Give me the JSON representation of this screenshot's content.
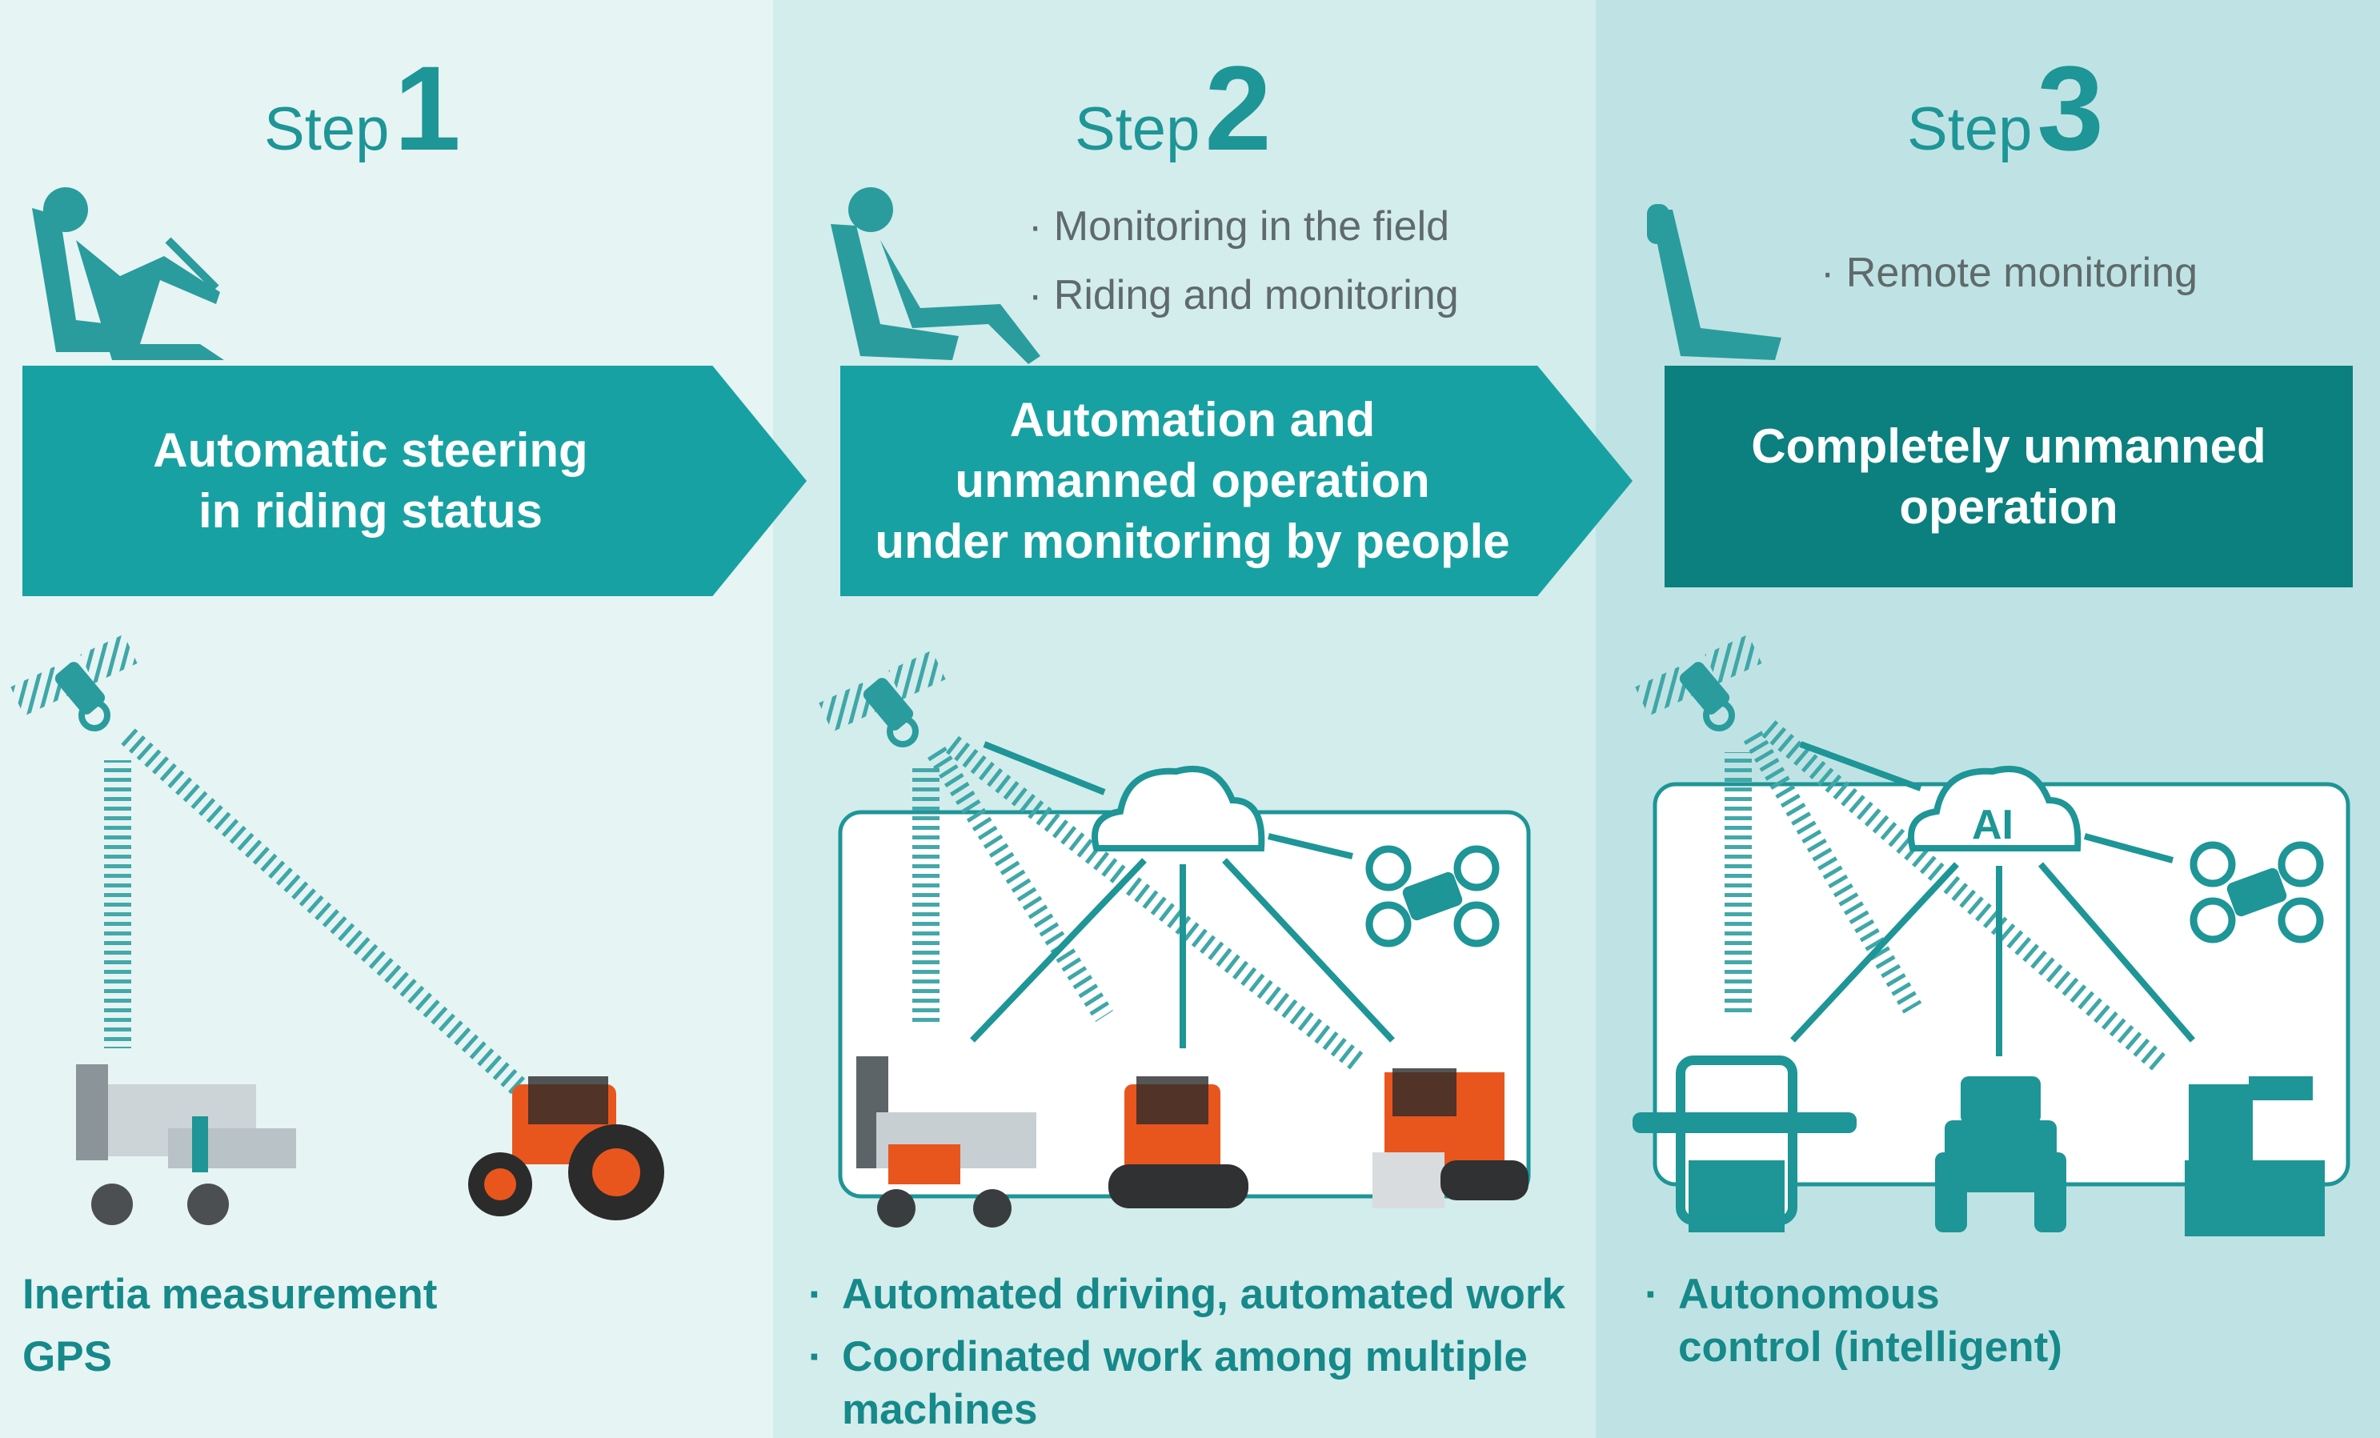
{
  "colors": {
    "teal": "#1e9596",
    "banner": "#18a1a2",
    "banner_dark": "#0c7f7f",
    "tractor_orange": "#e8561e",
    "panel1": "#e6f4f4",
    "panel2": "#d3ecec",
    "panel3": "#bfe3e4"
  },
  "steps": [
    {
      "word": "Step",
      "number": "1",
      "banner": [
        "Automatic steering",
        "in riding status"
      ],
      "monitoring": [],
      "bottom": [
        "Inertia measurement",
        "GPS"
      ],
      "icons": [
        "driver-seat-icon",
        "satellite-icon",
        "rice-transplanter-photo",
        "tractor-photo"
      ]
    },
    {
      "word": "Step",
      "number": "2",
      "banner": [
        "Automation and",
        "unmanned operation",
        "under monitoring by people"
      ],
      "monitoring": [
        "Monitoring in the field",
        "Riding and monitoring"
      ],
      "bottom": [
        "Automated driving, automated work",
        "Coordinated work among multiple machines"
      ],
      "icons": [
        "reclining-person-icon",
        "satellite-icon",
        "cloud-icon",
        "drone-icon",
        "rice-transplanter-photo",
        "crawler-tractor-photo",
        "combine-harvester-photo"
      ]
    },
    {
      "word": "Step",
      "number": "3",
      "banner": [
        "Completely unmanned",
        "operation"
      ],
      "monitoring": [
        "Remote monitoring"
      ],
      "cloud_label": "AI",
      "bottom": [
        "Autonomous control (intelligent)"
      ],
      "icons": [
        "empty-seat-icon",
        "satellite-icon",
        "ai-cloud-icon",
        "drone-icon",
        "transplanter-icon",
        "tractor-icon",
        "harvester-icon"
      ]
    }
  ]
}
